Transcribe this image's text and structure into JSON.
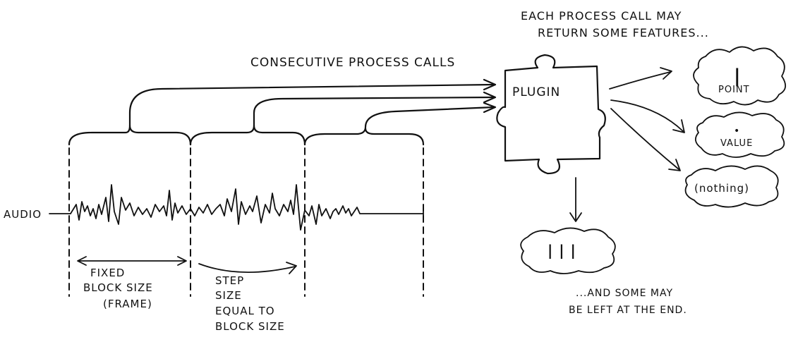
{
  "labels": {
    "consecutive_calls": "CONSECUTIVE PROCESS CALLS",
    "each_call_line1": "EACH PROCESS CALL MAY",
    "each_call_line2": "RETURN SOME FEATURES...",
    "plugin": "PLUGIN",
    "audio": "AUDIO",
    "fixed_line1": "FIXED",
    "fixed_line2": "BLOCK SIZE",
    "fixed_line3": "(FRAME)",
    "step_line1": "STEP",
    "step_line2": "SIZE",
    "step_line3": "EQUAL TO",
    "step_line4": "BLOCK SIZE",
    "end_line1": "...AND SOME MAY",
    "end_line2": "BE LEFT AT THE END."
  },
  "clouds": {
    "point_mark": "|",
    "point_label": "POINT",
    "value_mark": "•",
    "value_label": "VALUE",
    "nothing_label": "(nothing)",
    "leftover_marks": "| | |"
  }
}
